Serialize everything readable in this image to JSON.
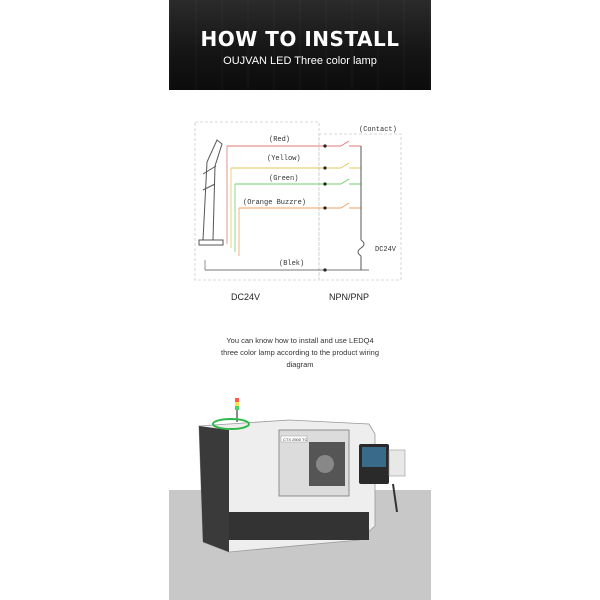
{
  "banner": {
    "title": "HOW TO INSTALL",
    "subtitle": "OUJVAN LED Three color lamp"
  },
  "diagram": {
    "wires": [
      {
        "label": "(Red)",
        "color": "#e07a7a"
      },
      {
        "label": "(Yellow)",
        "color": "#e3c75a"
      },
      {
        "label": "(Green)",
        "color": "#6fcf6f"
      },
      {
        "label": "(Orange Buzzre)",
        "color": "#f0a060"
      },
      {
        "label": "(Blek)",
        "color": "#777777"
      }
    ],
    "contact_label": "(Contact)",
    "supply_label": "DC24V",
    "left_box_label": "DC24V",
    "right_box_label": "NPN/PNP"
  },
  "caption": {
    "lines": [
      "You can know how to install and use LEDQ4",
      "three color lamp according to the product wiring",
      "diagram"
    ]
  },
  "machine": {
    "brand_text": "CTX 2500 TC",
    "lamp_colors": [
      "#ff5a4a",
      "#ffe04a",
      "#4ad36a"
    ]
  }
}
